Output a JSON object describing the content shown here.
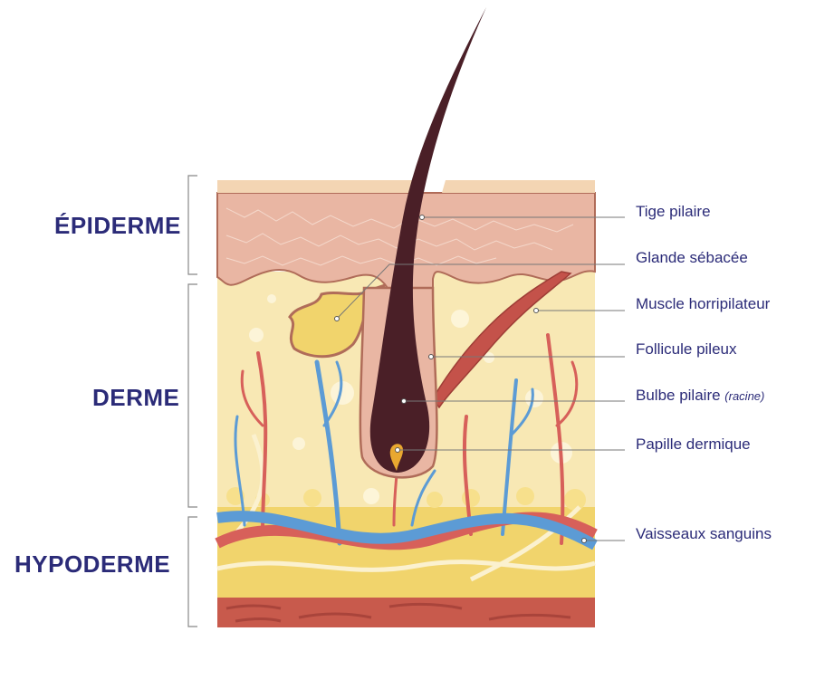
{
  "layers": {
    "epiderme": "ÉPIDERME",
    "derme": "DERME",
    "hypoderme": "HYPODERME"
  },
  "labels": {
    "tige": "Tige pilaire",
    "glande": "Glande sébacée",
    "muscle": "Muscle horripilateur",
    "follicule": "Follicule pileux",
    "bulbe": "Bulbe pilaire",
    "bulbe_note": "(racine)",
    "papille": "Papille dermique",
    "vaisseaux": "Vaisseaux sanguins"
  },
  "colors": {
    "text": "#2b2b78",
    "hair": "#4a1f27",
    "epidermis": "#e9b6a3",
    "dermis": "#f8e8b4",
    "hypodermis": "#f1d46c",
    "muscle_layer": "#c85a4c",
    "artery": "#d7605a",
    "vein": "#5c9bd5"
  }
}
